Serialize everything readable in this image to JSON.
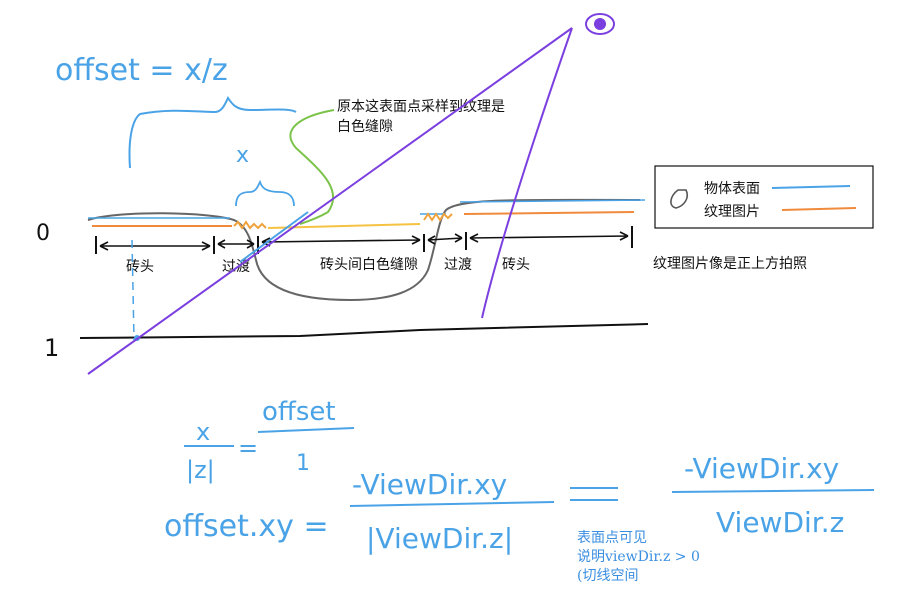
{
  "annotations": {
    "offset_formula": "offset = x/z",
    "x_label": "x",
    "origin_label": "0",
    "depth_label": "1",
    "callout": [
      "原本这表面点采样到纹理是",
      "白色缝隙"
    ],
    "texture_photo_note": "纹理图片像是正上方拍照"
  },
  "segments": [
    "砖头",
    "过渡",
    "砖头间白色缝隙",
    "过渡",
    "砖头"
  ],
  "legend": {
    "items": [
      {
        "label": "物体表面",
        "color": "#4aa3e6"
      },
      {
        "label": "纹理图片",
        "color": "#f08a3c"
      }
    ]
  },
  "equations": {
    "ratio_left_num": "x",
    "ratio_left_den": "|z|",
    "ratio_equals": "=",
    "ratio_right_num": "offset",
    "ratio_right_den": "1",
    "offset_lhs": "offset.xy =",
    "frac1_num": "-ViewDir.xy",
    "frac1_den": "|ViewDir.z|",
    "frac2_num": "-ViewDir.xy",
    "frac2_den": "ViewDir.z"
  },
  "note": [
    "表面点可见",
    "说明viewDir.z > 0",
    "(切线空间"
  ],
  "colors": {
    "surface": "#4aa3e6",
    "texture": "#f08a3c",
    "view_ray": "#7b3fe0",
    "gap": "#f5c242",
    "callout": "#7cc34a",
    "outline": "#555555",
    "ink": "#111111"
  }
}
